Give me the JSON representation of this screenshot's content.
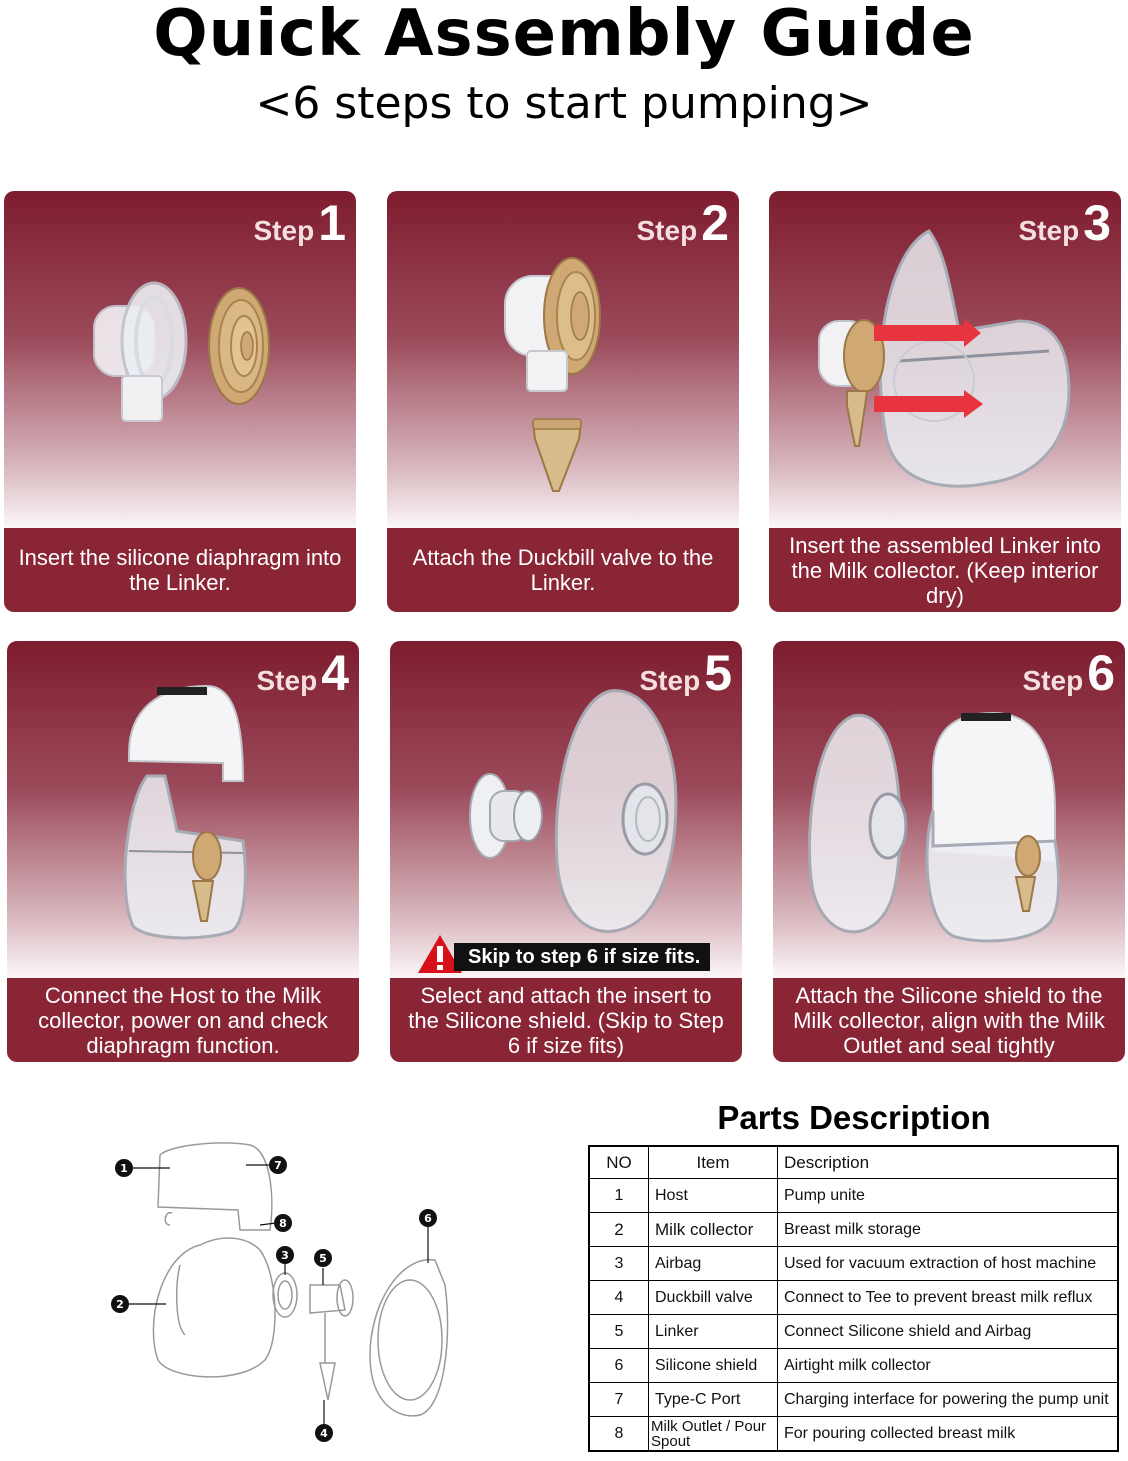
{
  "header": {
    "title": "Quick Assembly Guide",
    "subtitle": "<6 steps to start pumping>"
  },
  "steps": [
    {
      "word": "Step",
      "number": "1",
      "caption": "Insert the silicone diaphragm into the Linker."
    },
    {
      "word": "Step",
      "number": "2",
      "caption": "Attach the Duckbill valve to the Linker."
    },
    {
      "word": "Step",
      "number": "3",
      "caption": "Insert the assembled Linker into the Milk collector. (Keep interior dry)"
    },
    {
      "word": "Step",
      "number": "4",
      "caption": "Connect the Host to the Milk collector, power on and check diaphragm function."
    },
    {
      "word": "Step",
      "number": "5",
      "caption": "Select and attach the insert to the Silicone shield. (Skip to Step 6 if size fits)",
      "warning": "Skip to step 6 if size fits."
    },
    {
      "word": "Step",
      "number": "6",
      "caption": "Attach the Silicone shield to the Milk collector, align with the Milk Outlet and seal tightly"
    }
  ],
  "parts": {
    "title": "Parts Description",
    "headers": [
      "NO",
      "Item",
      "Description"
    ],
    "rows": [
      {
        "no": "1",
        "item": "Host",
        "description": "Pump unite"
      },
      {
        "no": "2",
        "item": "Milk collector",
        "description": "Breast milk storage"
      },
      {
        "no": "3",
        "item": "Airbag",
        "description": "Used for vacuum extraction of host machine"
      },
      {
        "no": "4",
        "item": "Duckbill valve",
        "description": "Connect to Tee to prevent breast milk reflux"
      },
      {
        "no": "5",
        "item": "Linker",
        "description": "Connect Silicone shield and Airbag"
      },
      {
        "no": "6",
        "item": "Silicone shield",
        "description": "Airtight milk collector"
      },
      {
        "no": "7",
        "item": "Type-C Port",
        "description": "Charging interface for powering the pump unit"
      },
      {
        "no": "8",
        "item": "Milk Outlet / Pour Spout",
        "description": "For pouring collected breast milk"
      }
    ]
  },
  "diagram_callouts": [
    "1",
    "2",
    "3",
    "4",
    "5",
    "6",
    "7",
    "8"
  ],
  "colors": {
    "card_dark": "#7e1c2f",
    "caption_bg": "#8a2536",
    "warning_red": "#d6111b",
    "arrow_red": "#e8343f"
  }
}
